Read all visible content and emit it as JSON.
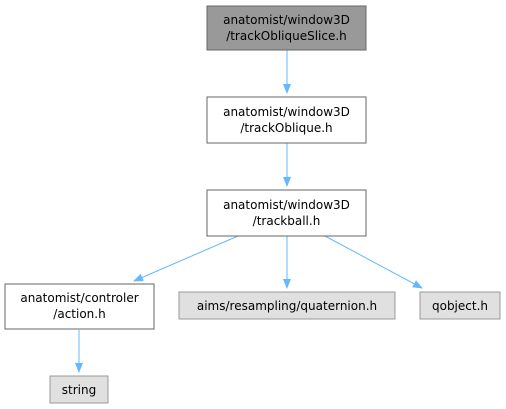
{
  "nodes": {
    "track_oblique_slice": {
      "line1": "anatomist/window3D",
      "line2": "/trackObliqueSlice.h",
      "role": "focus"
    },
    "track_oblique": {
      "line1": "anatomist/window3D",
      "line2": "/trackOblique.h",
      "role": "documented"
    },
    "trackball": {
      "line1": "anatomist/window3D",
      "line2": "/trackball.h",
      "role": "documented"
    },
    "action": {
      "line1": "anatomist/controler",
      "line2": "/action.h",
      "role": "documented"
    },
    "quaternion": {
      "line1": "aims/resampling/quaternion.h",
      "role": "external"
    },
    "qobject": {
      "line1": "qobject.h",
      "role": "external"
    },
    "string": {
      "line1": "string",
      "role": "external"
    }
  },
  "edges": [
    {
      "from": "track_oblique_slice",
      "to": "track_oblique"
    },
    {
      "from": "track_oblique",
      "to": "trackball"
    },
    {
      "from": "trackball",
      "to": "action"
    },
    {
      "from": "trackball",
      "to": "quaternion"
    },
    {
      "from": "trackball",
      "to": "qobject"
    },
    {
      "from": "action",
      "to": "string"
    }
  ],
  "colors": {
    "focus_fill": "#999999",
    "focus_border": "#666666",
    "documented_fill": "#ffffff",
    "documented_border": "#666666",
    "external_fill": "#e0e0e0",
    "external_border": "#999999",
    "edge": "#63b8ff"
  }
}
